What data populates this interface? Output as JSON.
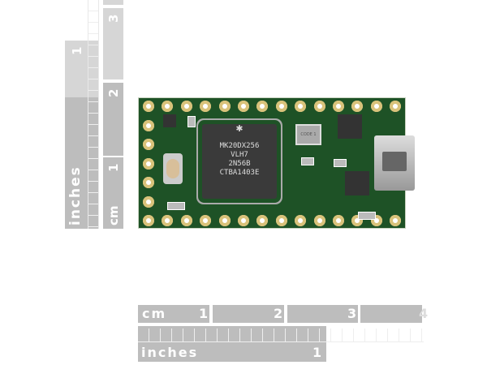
{
  "vertical_ruler": {
    "inches_label": "inches",
    "inch_numbers": [
      "1"
    ],
    "cm_label": "cm",
    "cm_numbers": [
      "1",
      "2",
      "3"
    ]
  },
  "horizontal_ruler": {
    "cm_label": "cm",
    "cm_numbers": [
      "1",
      "2",
      "3",
      "4"
    ],
    "inches_label": "inches",
    "inch_numbers": [
      "1"
    ]
  },
  "board": {
    "chip_lines": [
      "MK20DX256",
      "VLH7",
      "2N56B",
      "CTBA1403E"
    ],
    "crystal_text": "CODE 1"
  },
  "colors": {
    "pcb": "#1e5226",
    "ruler": "#bdbdbd",
    "pad": "#e9d7a0"
  }
}
